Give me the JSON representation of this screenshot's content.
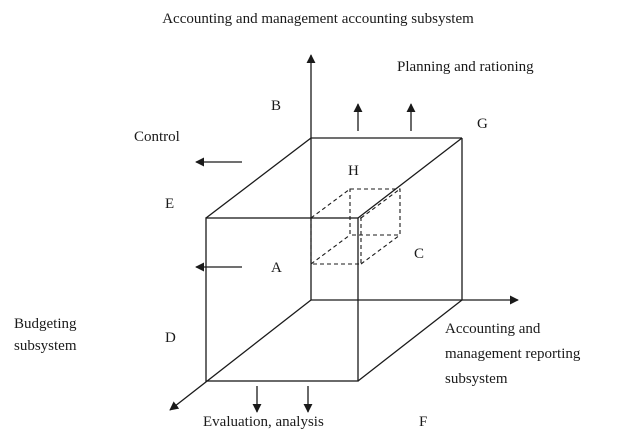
{
  "title": "Accounting and management accounting subsystem",
  "labels": {
    "planning": "Planning and rationing",
    "control": "Control",
    "budgeting_line1": "Budgeting",
    "budgeting_line2": "subsystem",
    "reporting_line1": "Accounting and",
    "reporting_line2": "management reporting",
    "reporting_line3": "subsystem",
    "evaluation": "Evaluation, analysis"
  },
  "letters": {
    "a": "A",
    "b": "B",
    "c": "C",
    "d": "D",
    "e": "E",
    "f": "F",
    "g": "G",
    "h": "H"
  }
}
